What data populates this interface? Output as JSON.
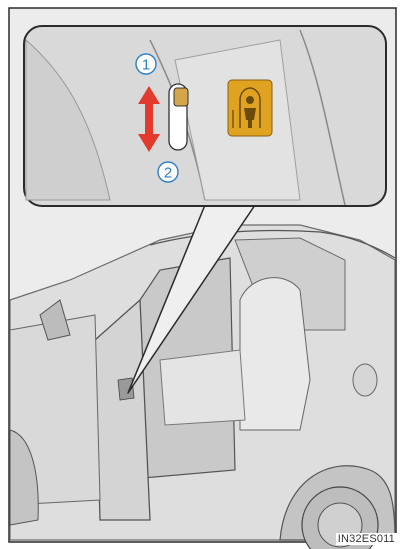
{
  "figure": {
    "callout": {
      "markers": [
        {
          "label": "1",
          "meaning": "up"
        },
        {
          "label": "2",
          "meaning": "down"
        }
      ],
      "icon": "child-lock-icon"
    },
    "code": "IN32ES011"
  },
  "colors": {
    "frame": "#2b2b2b",
    "panel_bg": "#dcdcdc",
    "car_bg": "#e6e6e6",
    "arrow": "#e23a2c",
    "marker": "#2f7fc4",
    "child_lock_icon": "#e0a321"
  }
}
